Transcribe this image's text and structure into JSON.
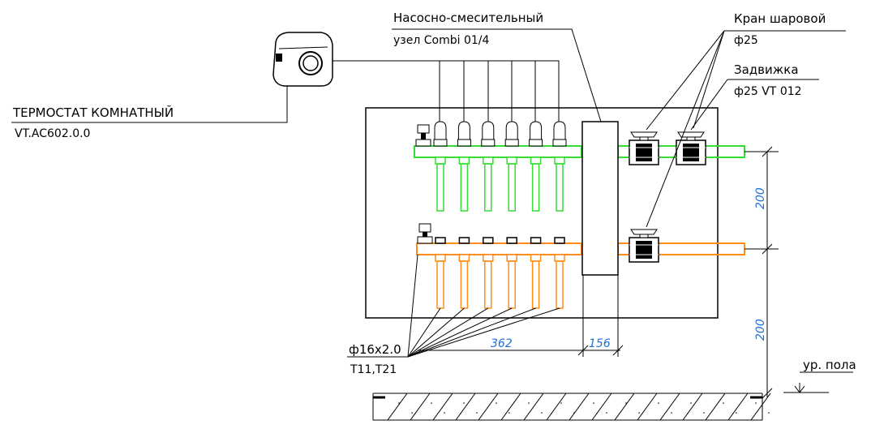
{
  "labels": {
    "thermostat_line1": "ТЕРМОСТАТ КОМНАТНЫЙ",
    "thermostat_line2": "VT.AC602.0.0",
    "pump_unit_line1": "Насосно-смесительный",
    "pump_unit_line2": "узел Combi 01/4",
    "ball_valve_line1": "Кран шаровой",
    "ball_valve_line2": "ф25",
    "gate_valve_line1": "Задвижка",
    "gate_valve_line2": "ф25 VT 012",
    "pipe_line1": "ф16х2.0",
    "pipe_line2": "T11,T21",
    "floor_level": "ур. пола"
  },
  "dimensions": {
    "upper_height": "200",
    "lower_height": "200",
    "manifold_width": "362",
    "unit_width": "156"
  },
  "colors": {
    "supply_pipe": "#33dd33",
    "return_pipe": "#ff8c1a",
    "dimension_text": "#1e6fd9",
    "line": "#000000"
  },
  "manifold": {
    "outlet_count": 6
  }
}
